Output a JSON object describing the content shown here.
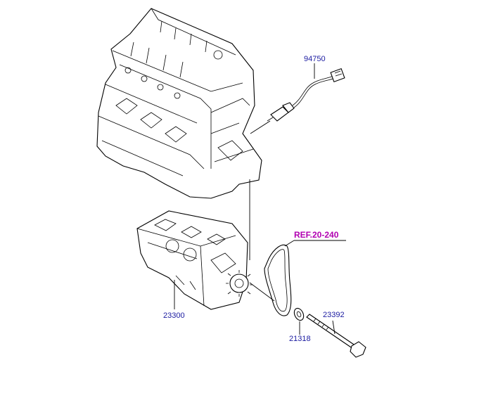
{
  "parts": {
    "oxygen_sensor": "94750",
    "balance_shaft_module": "23300",
    "washer": "21318",
    "bolt": "23392",
    "chain_reference": "REF.20-240"
  },
  "colors": {
    "part_label": "#1a1aa0",
    "reference_label": "#b000b0",
    "line": "#000000",
    "background": "#ffffff"
  }
}
